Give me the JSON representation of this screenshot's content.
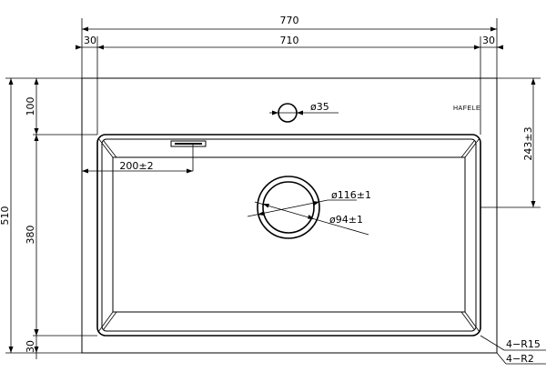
{
  "drawing": {
    "brand": "HAFELE",
    "dimensions": {
      "overall_width": "770",
      "inner_width": "710",
      "left_margin": "30",
      "right_margin": "30",
      "overall_height": "510",
      "top_deck": "100",
      "bowl_height": "380",
      "bottom_margin": "30",
      "drain_offset": "243±3",
      "overflow_offset": "200±2",
      "tap_hole": "ø35",
      "drain_outer": "ø116±1",
      "drain_inner": "ø94±1",
      "outer_radius": "4−R15",
      "inner_radius": "4−R2"
    }
  }
}
